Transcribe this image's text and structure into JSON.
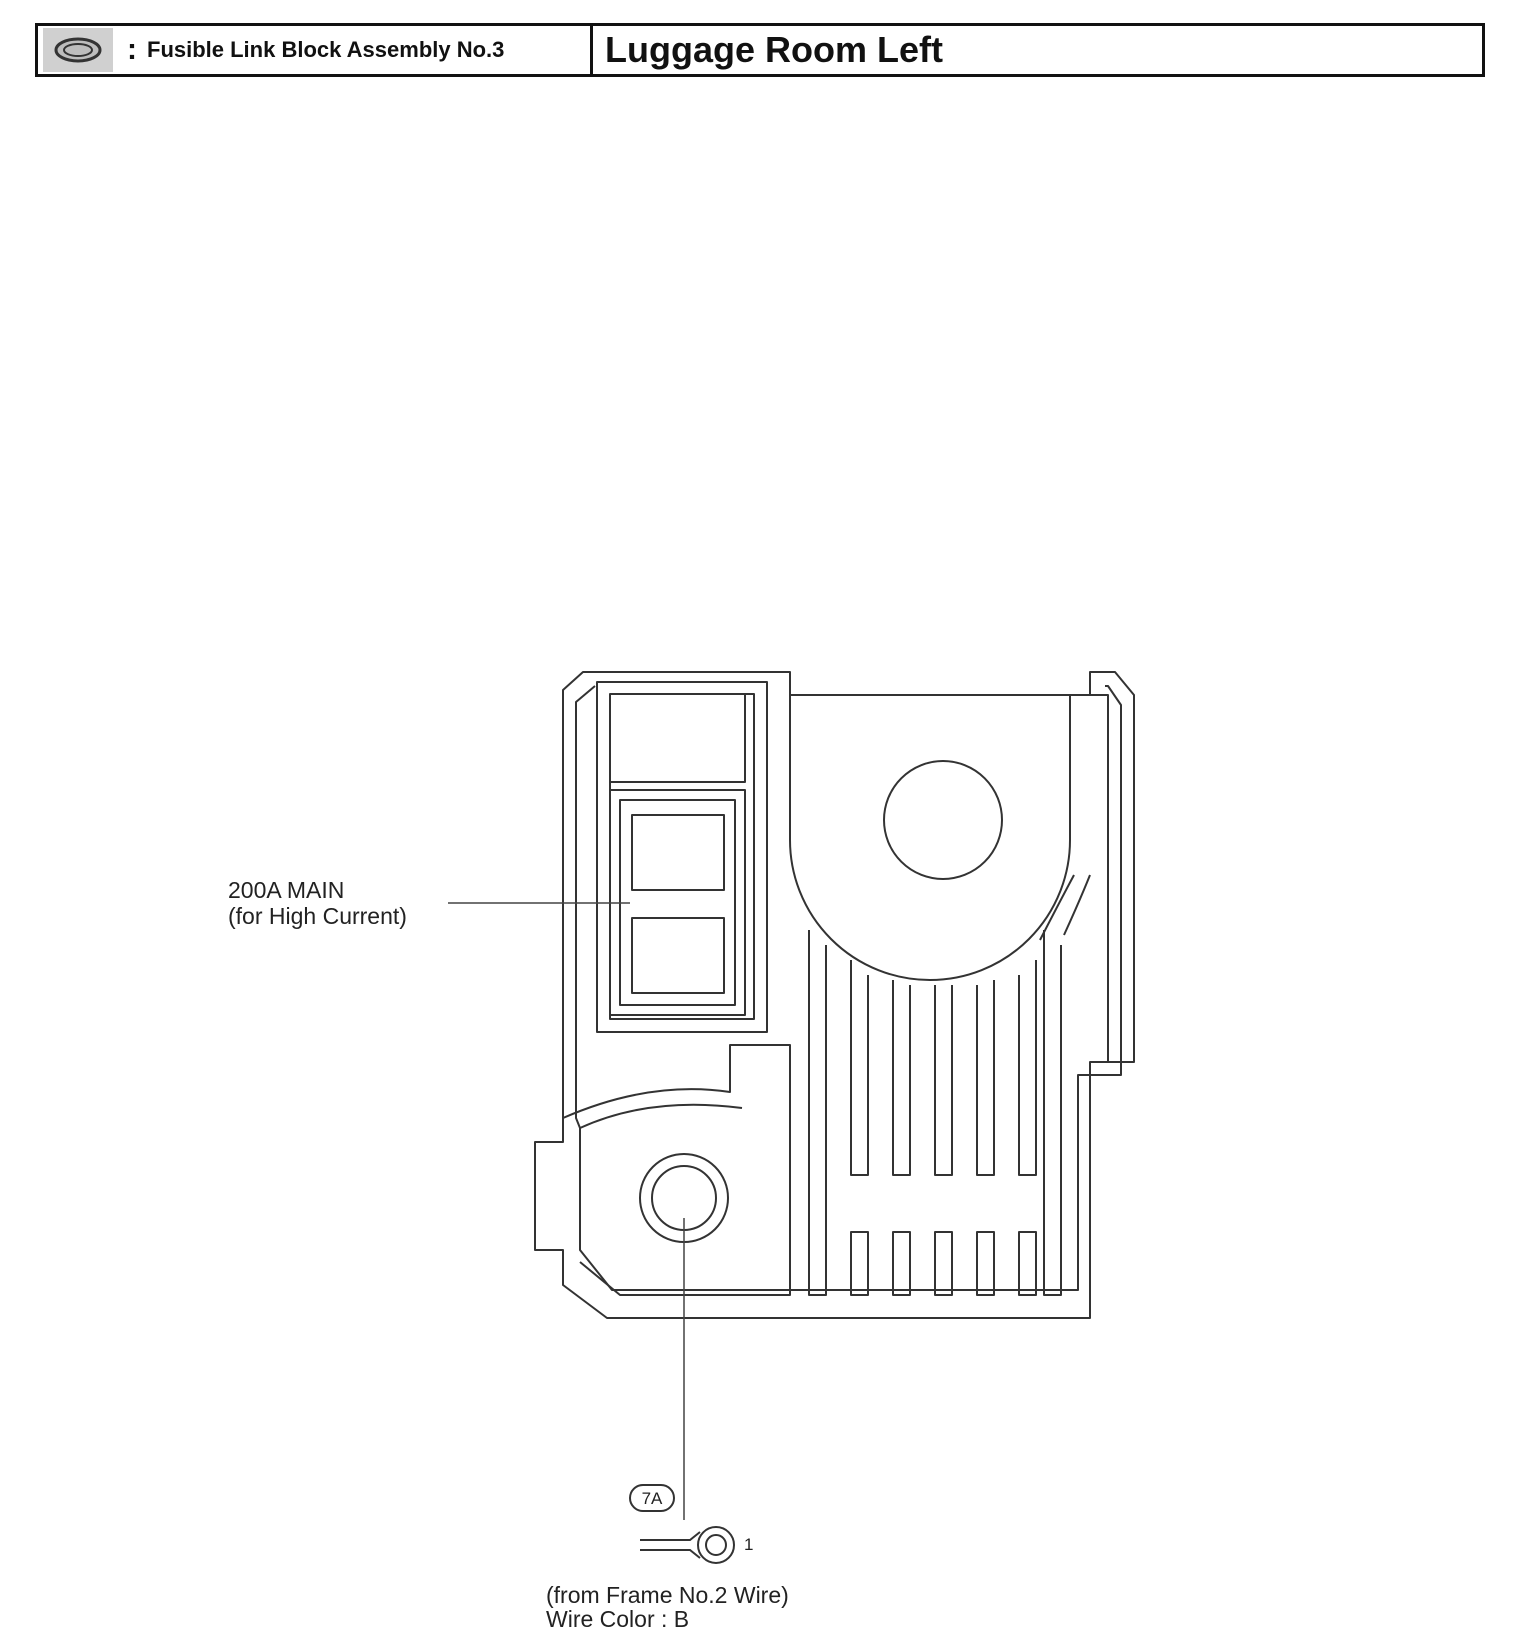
{
  "header": {
    "connector_icon": "oval-connector-icon",
    "separator": ":",
    "component_name": "Fusible Link Block Assembly No.3",
    "location": "Luggage Room Left"
  },
  "callouts": {
    "fuse_label_line1": "200A MAIN",
    "fuse_label_line2": "(for High Current)",
    "connector_code": "7A",
    "terminal_number": "1",
    "wire_source": "(from Frame No.2 Wire)",
    "wire_color": "Wire Color : B"
  }
}
